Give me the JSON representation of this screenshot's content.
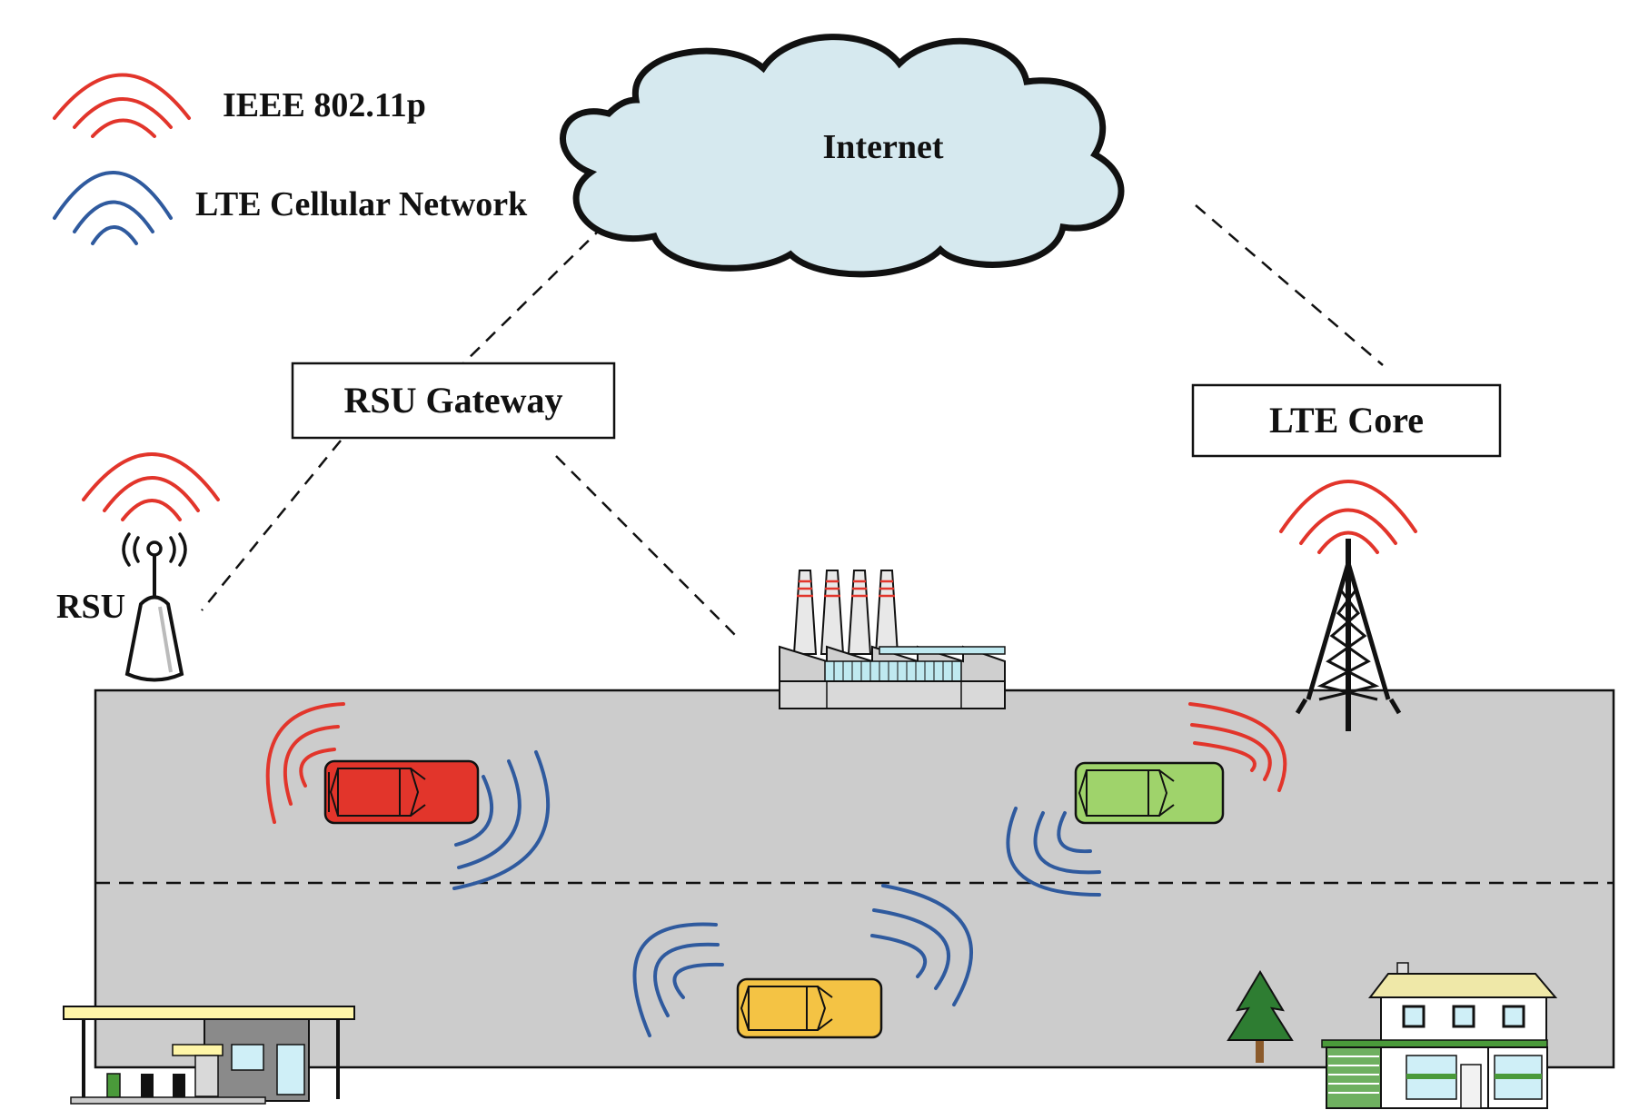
{
  "legend": {
    "items": [
      {
        "label": "IEEE 802.11p",
        "color": "#e2352b"
      },
      {
        "label": "LTE Cellular Network",
        "color": "#2f5a9e"
      }
    ]
  },
  "nodes": {
    "internet": "Internet",
    "rsu_gateway": "RSU Gateway",
    "lte_core": "LTE Core",
    "rsu": "RSU"
  },
  "colors": {
    "road": "#cccccc",
    "cloud": "#d6e9ef",
    "car_red": "#e2352b",
    "car_green": "#9fd36b",
    "car_yellow": "#f4c344",
    "wave_red": "#e2352b",
    "wave_blue": "#2f5a9e"
  },
  "icons": [
    "cloud-icon",
    "rsu-antenna-icon",
    "cell-tower-icon",
    "factory-icon",
    "gas-station-icon",
    "house-icon",
    "tree-icon",
    "car-icon"
  ]
}
